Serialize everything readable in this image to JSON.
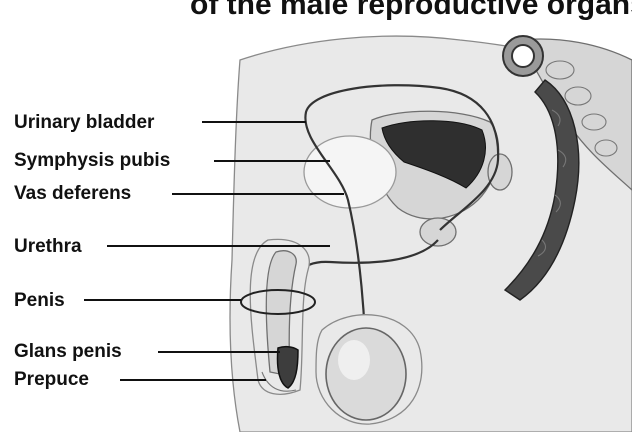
{
  "figure": {
    "title_fragment": "of the male reproductive organs (a)"
  },
  "labels": {
    "urinary_bladder": "Urinary bladder",
    "symphysis_pubis": "Symphysis pubis",
    "vas_deferens": "Vas deferens",
    "urethra": "Urethra",
    "penis": "Penis",
    "glans_penis": "Glans penis",
    "prepuce": "Prepuce"
  }
}
